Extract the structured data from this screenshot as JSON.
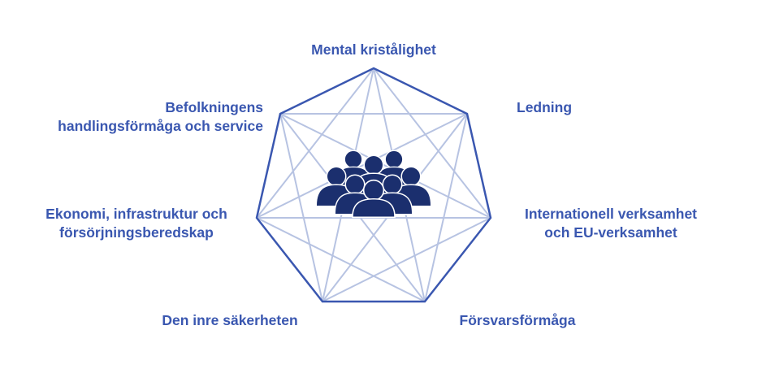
{
  "diagram": {
    "center_icon": "people-group-icon",
    "colors": {
      "outline": "#3a57b0",
      "chords": "#b7c3e2",
      "text": "#3a57b0",
      "icon": "#1b2f6e"
    },
    "nodes": [
      {
        "id": "top",
        "lines": [
          "Mental kristålighet"
        ]
      },
      {
        "id": "upper-right",
        "lines": [
          "Ledning"
        ]
      },
      {
        "id": "upper-left",
        "lines": [
          "Befolkningens",
          "handlingsförmåga och service"
        ]
      },
      {
        "id": "right",
        "lines": [
          "Internationell verksamhet",
          "och EU-verksamhet"
        ]
      },
      {
        "id": "left",
        "lines": [
          "Ekonomi, infrastruktur och",
          "försörjningsberedskap"
        ]
      },
      {
        "id": "bottom-left",
        "lines": [
          "Den inre säkerheten"
        ]
      },
      {
        "id": "bottom-right",
        "lines": [
          "Försvarsförmåga"
        ]
      }
    ]
  }
}
